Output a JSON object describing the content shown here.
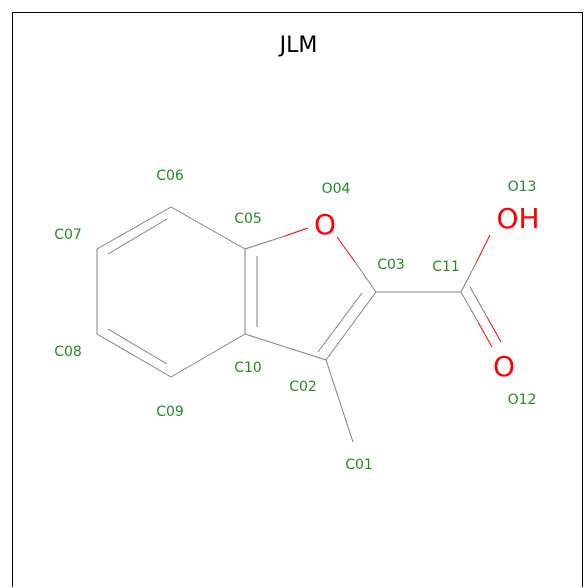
{
  "title": "JLM",
  "colors": {
    "label": "#228b22",
    "bond": "#808080",
    "oxygen": "#ff0000",
    "frame": "#000000"
  },
  "atoms": {
    "c01": "C01",
    "c02": "C02",
    "c03": "C03",
    "o04": "O04",
    "c05": "C05",
    "c06": "C06",
    "c07": "C07",
    "c08": "C08",
    "c09": "C09",
    "c10": "C10",
    "c11": "C11",
    "o12": "O12",
    "o13": "O13"
  },
  "heteroatoms": {
    "ring_oxygen": "O",
    "carbonyl_oxygen": "O",
    "hydroxyl": "OH"
  }
}
